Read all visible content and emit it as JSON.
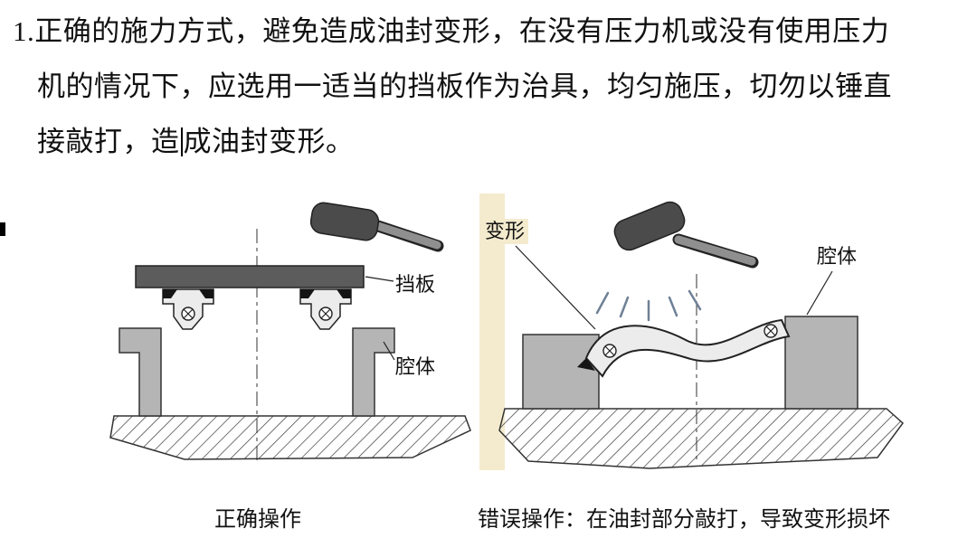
{
  "paragraph": {
    "line1": "1.正确的施力方式，避免造成油封变形，在没有压力机或没有使用压力",
    "line2": "机的情况下，应选用一适当的挡板作为治具，均匀施压，切勿以锤直",
    "line3_before_caret": "接敲打，造",
    "line3_after_caret": "成油封变形。"
  },
  "figure_correct": {
    "plate_label": "挡板",
    "cavity_label": "腔体",
    "caption": "正确操作"
  },
  "figure_wrong": {
    "deform_label": "变形",
    "cavity_label": "腔体",
    "caption": "错误操作：在油封部分敲打，导致变形损坏"
  },
  "colors": {
    "housing_gray": "#b5b5b5",
    "plate_dark": "#5c5c5c",
    "mallet_head": "#4b4b4b",
    "mallet_handle": "#8f8f8f",
    "seal_body": "#ececec",
    "beige_strip": "#f4ebce",
    "impact_marks": "#6f8196",
    "text": "#111111"
  }
}
